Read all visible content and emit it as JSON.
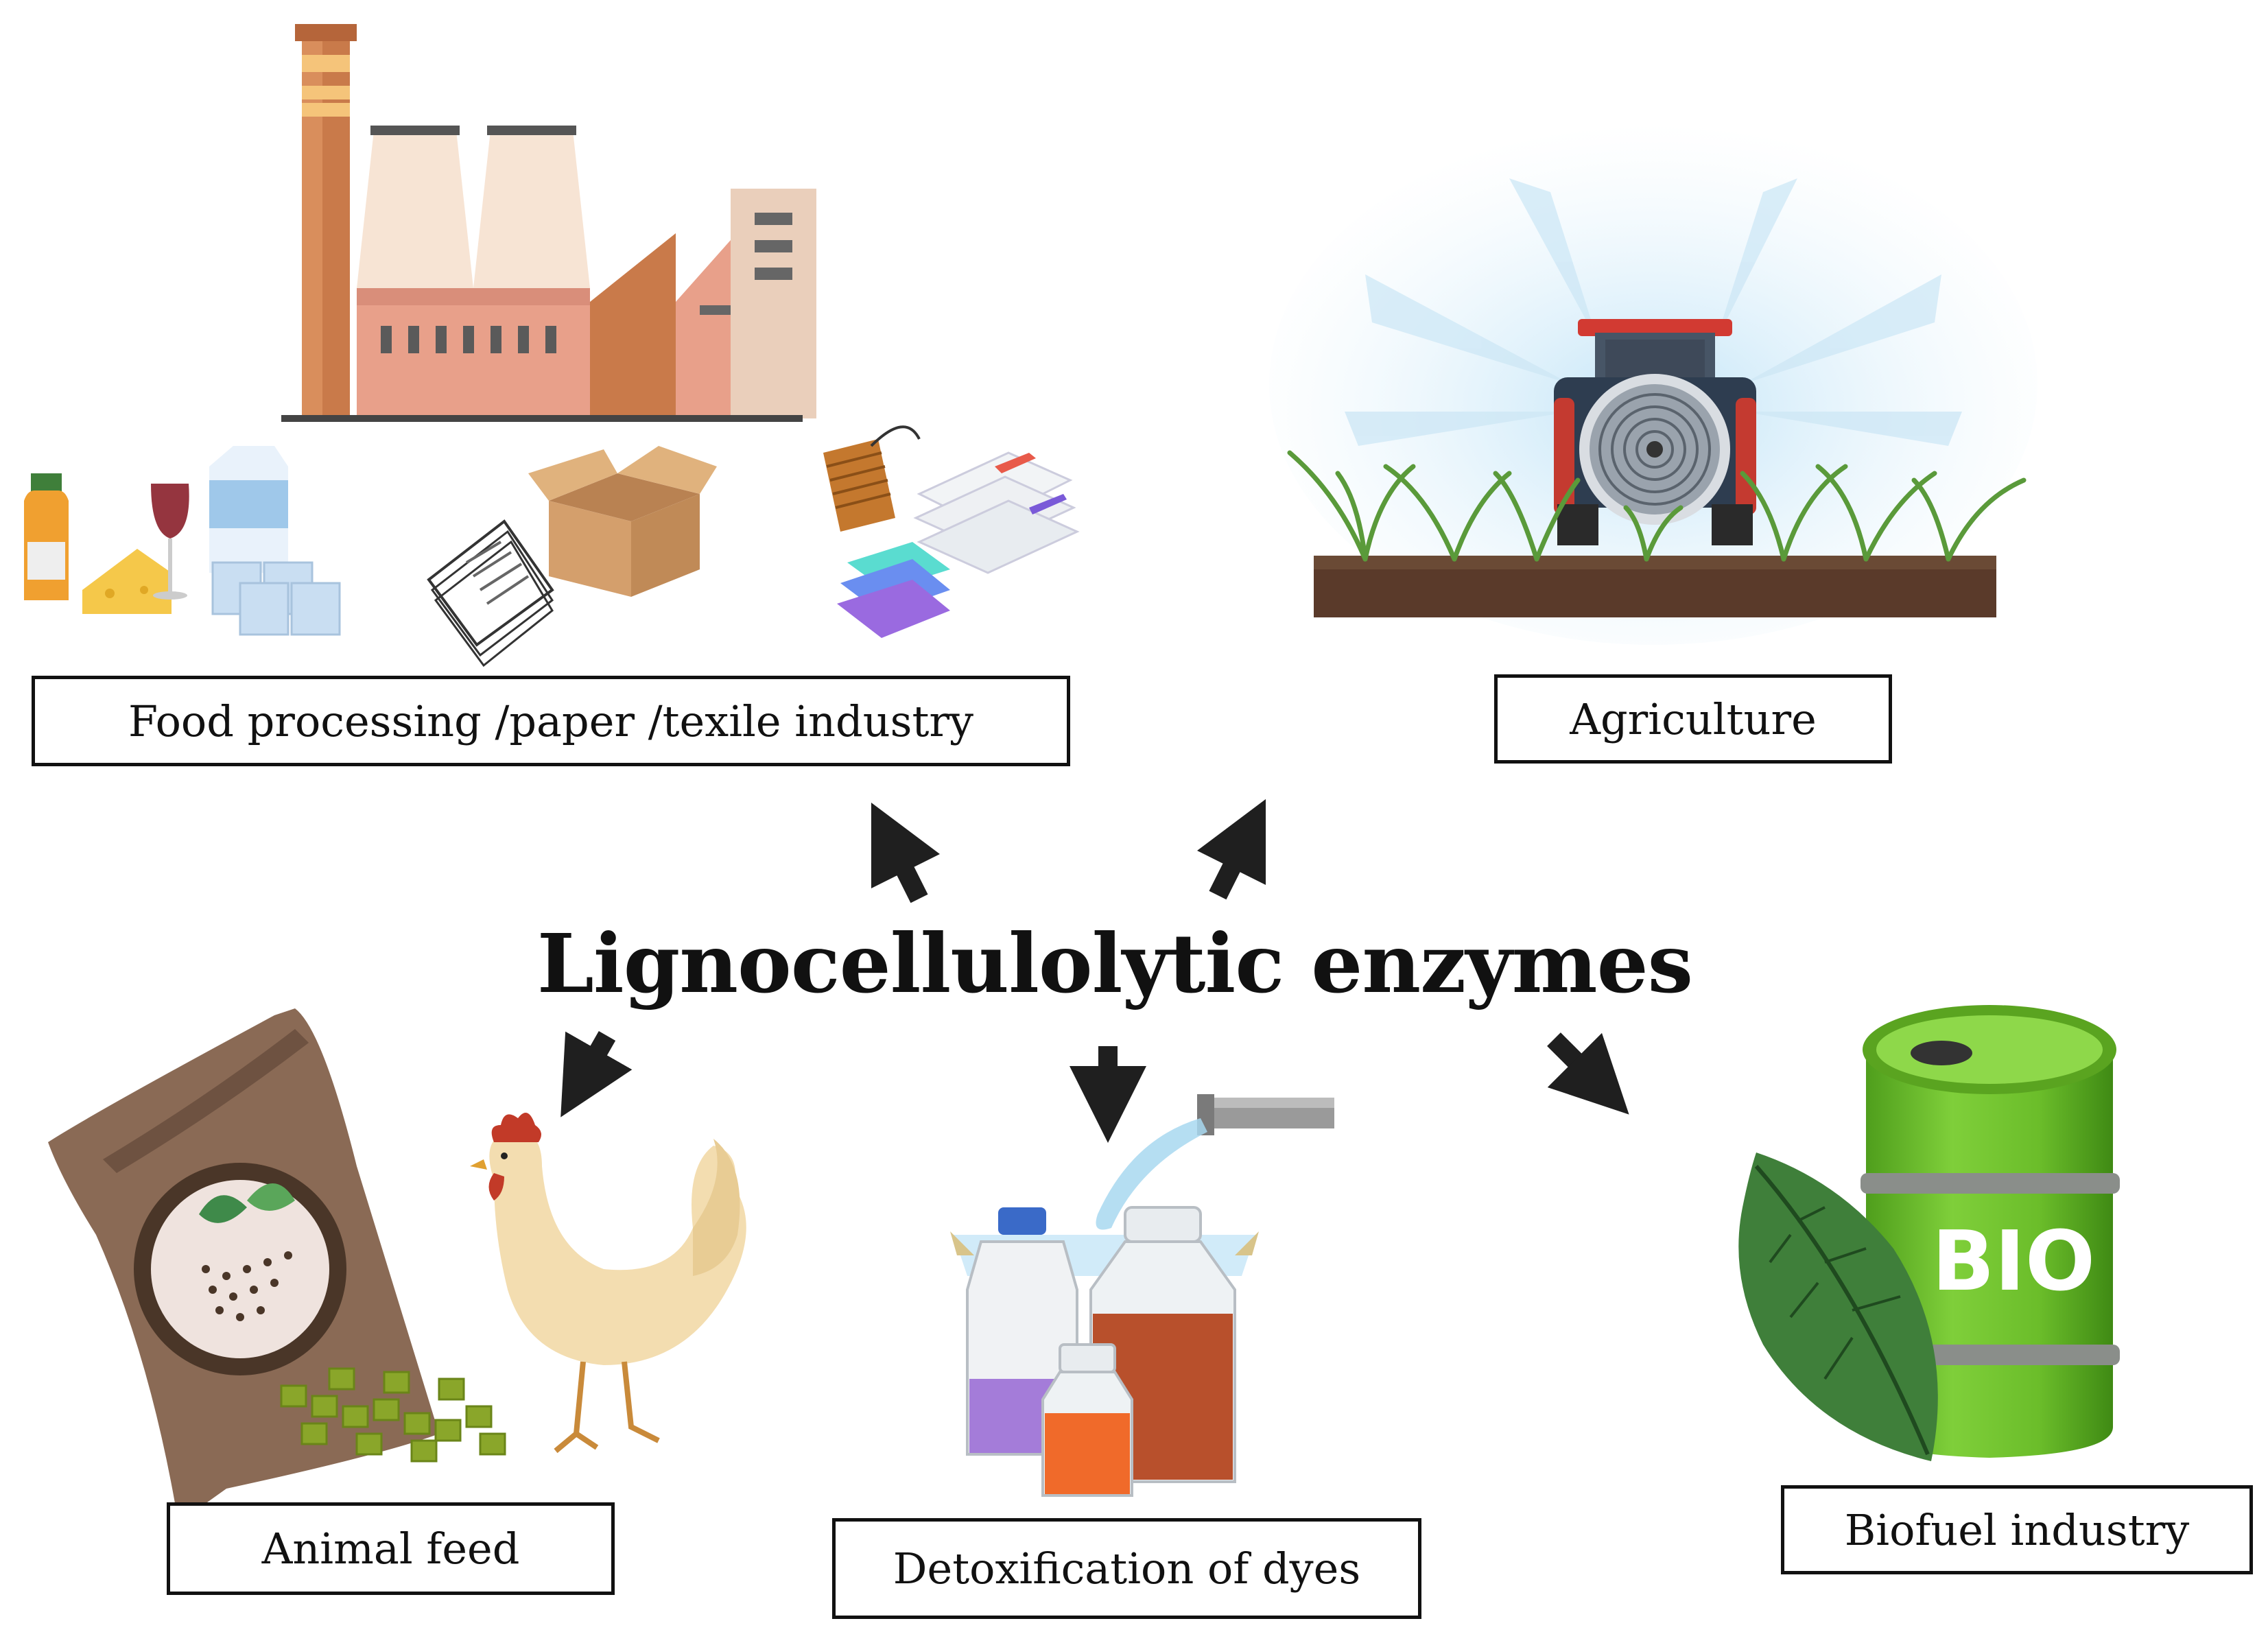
{
  "center": {
    "title": "Lignocellulolytic enzymes"
  },
  "labels": {
    "food": "Food processing /paper /texile industry",
    "agriculture": "Agriculture",
    "animal_feed": "Animal feed",
    "detox": "Detoxification of dyes",
    "biofuel": "Biofuel industry"
  },
  "barrel_text": "BIO",
  "colors": {
    "text": "#111111",
    "arrow": "#1f1f1f",
    "factory_brick": "#c97a4a",
    "factory_pink": "#e8a08a",
    "barrel_green": "#6fbf2c",
    "leaf_green": "#3f7f3a",
    "soil": "#5a3a2a",
    "dye_orange": "#c0502a",
    "dye_purple": "#9b6fd6"
  },
  "icons": [
    "factory-icon",
    "food-products-icon",
    "paper-stack-icon",
    "cardboard-box-icon",
    "thread-spool-icon",
    "towels-icon",
    "tractor-icon",
    "crops-icon",
    "feed-bag-icon",
    "chicken-icon",
    "water-pipe-icon",
    "dye-bottles-icon",
    "biofuel-barrel-icon",
    "leaf-icon"
  ]
}
